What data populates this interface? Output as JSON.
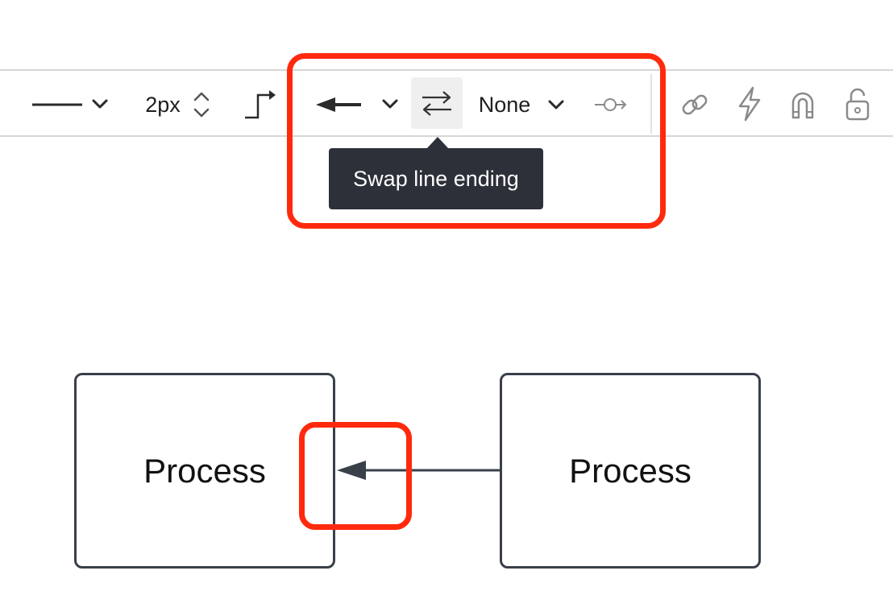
{
  "toolbar": {
    "line_style_icon": "solid-line-icon",
    "line_width_value": "2px",
    "line_routing_icon": "elbow-connector-icon",
    "start_arrow_icon": "arrow-left-filled-icon",
    "swap_icon": "swap-arrows-icon",
    "end_arrow_value": "None",
    "end_arrow_preview_icon": "line-circle-arrow-icon",
    "link_icon": "link-icon",
    "action_icon": "lightning-icon",
    "magnet_icon": "magnet-icon",
    "lock_icon": "unlock-icon"
  },
  "tooltip": {
    "text": "Swap line ending"
  },
  "canvas": {
    "shapes": [
      {
        "label": "Process"
      },
      {
        "label": "Process"
      }
    ]
  },
  "colors": {
    "highlight": "#ff2a0d",
    "tooltip_bg": "#2c3039",
    "shape_border": "#3a404a",
    "icon_gray": "#8a8a8a"
  }
}
